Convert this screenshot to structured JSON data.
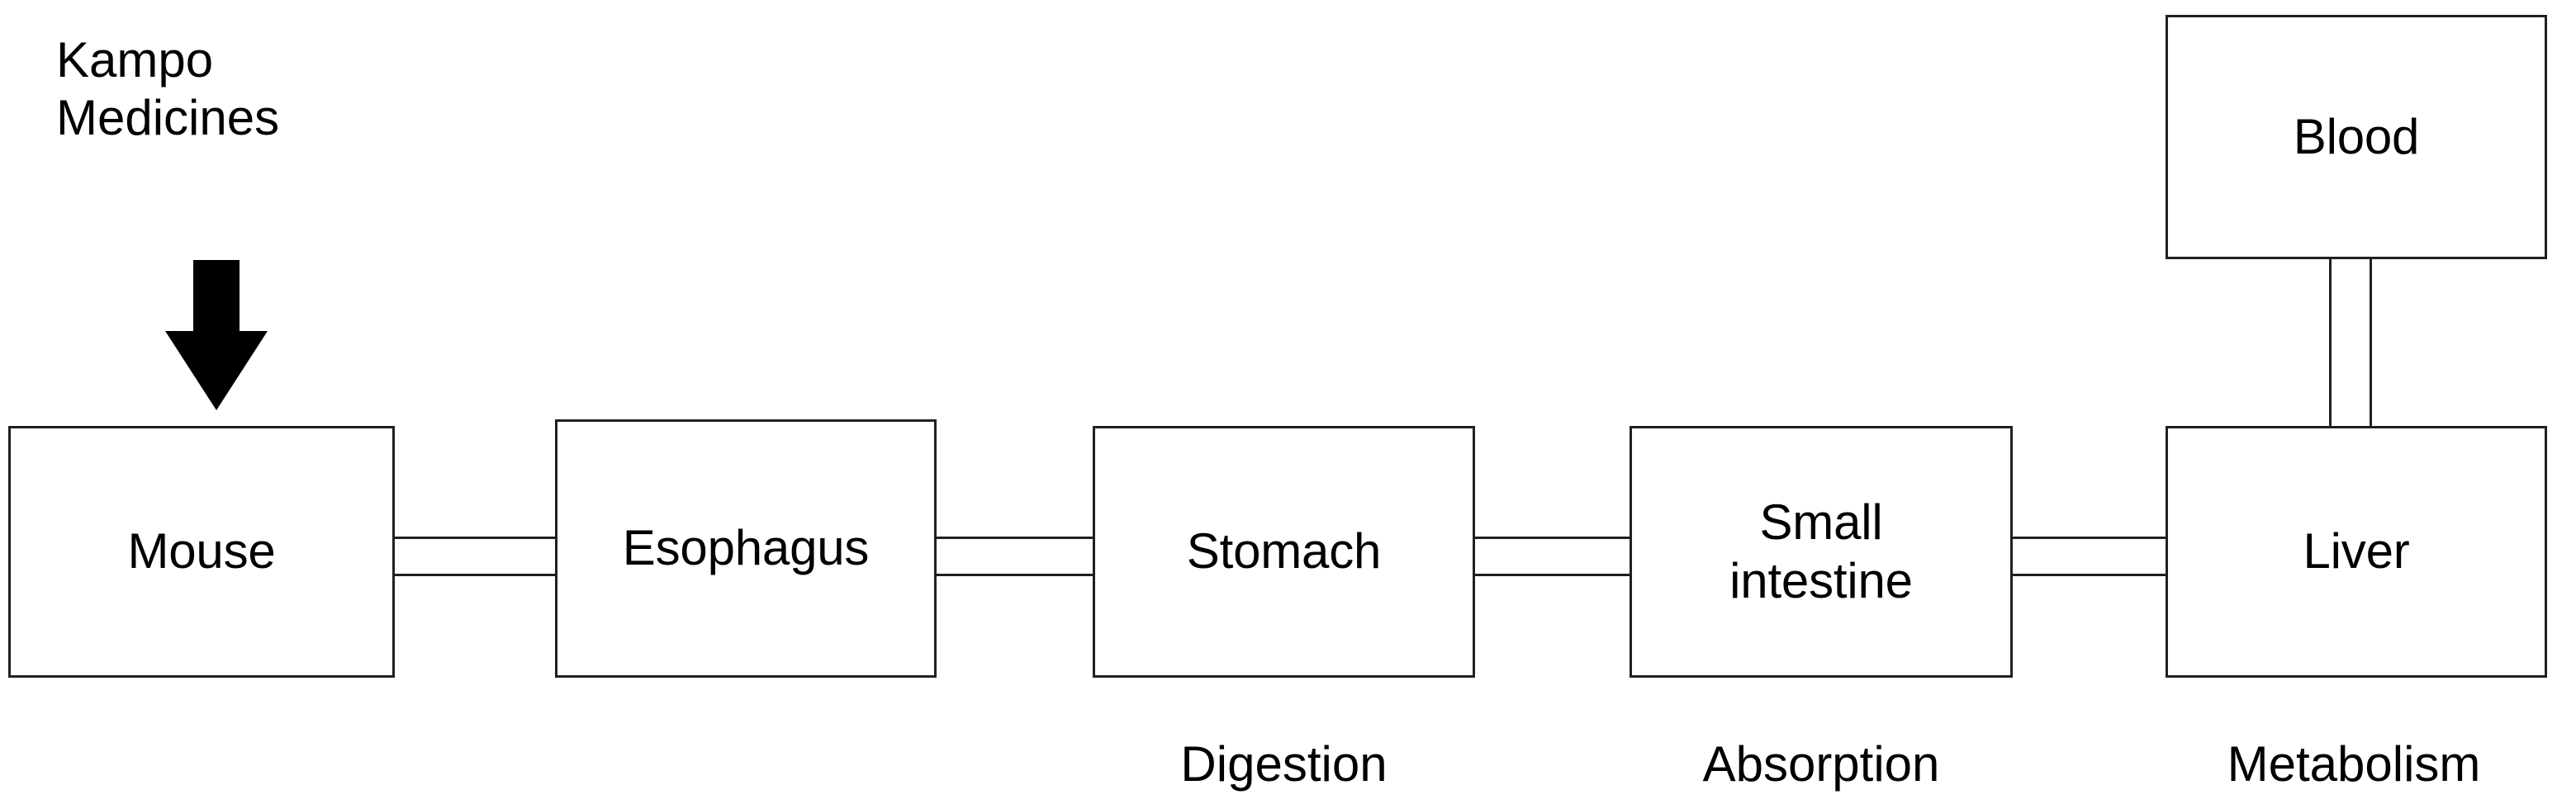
{
  "diagram": {
    "title_text": "Kampo Medicines",
    "source_annotation": {
      "text": "Kampo\nMedicines",
      "icon": "down-arrow-icon"
    },
    "nodes": [
      {
        "id": "mouse",
        "label": "Mouse"
      },
      {
        "id": "esophagus",
        "label": "Esophagus"
      },
      {
        "id": "stomach",
        "label": "Stomach"
      },
      {
        "id": "small-intestine",
        "label": "Small\nintestine"
      },
      {
        "id": "liver",
        "label": "Liver"
      },
      {
        "id": "blood",
        "label": "Blood"
      }
    ],
    "captions": [
      {
        "for": "stomach",
        "label": "Digestion"
      },
      {
        "for": "small-intestine",
        "label": "Absorption"
      },
      {
        "for": "liver",
        "label": "Metabolism"
      }
    ],
    "connectors": [
      {
        "from": "mouse",
        "to": "esophagus",
        "style": "double-line",
        "orientation": "horizontal"
      },
      {
        "from": "esophagus",
        "to": "stomach",
        "style": "double-line",
        "orientation": "horizontal"
      },
      {
        "from": "stomach",
        "to": "small-intestine",
        "style": "double-line",
        "orientation": "horizontal"
      },
      {
        "from": "small-intestine",
        "to": "liver",
        "style": "double-line",
        "orientation": "horizontal"
      },
      {
        "from": "blood",
        "to": "liver",
        "style": "double-line",
        "orientation": "vertical"
      }
    ],
    "colors": {
      "stroke": "#231f20",
      "background": "#ffffff",
      "text": "#000000",
      "arrow_fill": "#000000"
    }
  }
}
